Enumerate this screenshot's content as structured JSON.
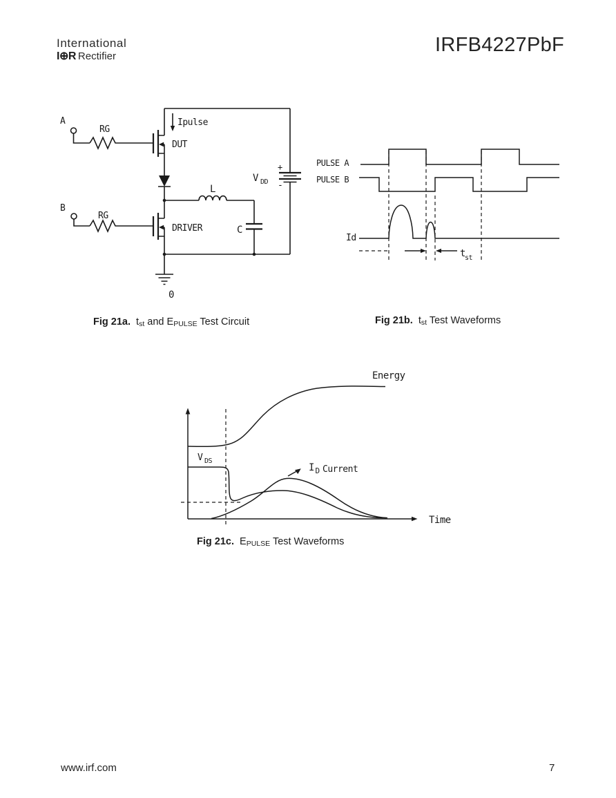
{
  "header": {
    "logo_line1": "International",
    "logo_mark_left": "I",
    "logo_mark_globe": "⊕",
    "logo_mark_right": "R",
    "logo_line2": "Rectifier",
    "part_number": "IRFB4227PbF"
  },
  "fig21a": {
    "labels": {
      "terminal_a": "A",
      "terminal_b": "B",
      "rg_top": "RG",
      "rg_bottom": "RG",
      "ipulse": "Ipulse",
      "dut": "DUT",
      "driver": "DRIVER",
      "inductor": "L",
      "capacitor": "C",
      "vdd": "V",
      "vdd_sub": "DD",
      "plus": "+",
      "minus": "-",
      "zero": "0"
    },
    "caption": {
      "fig": "Fig 21a.",
      "t": "  t",
      "t_sub": "st",
      "mid": " and E",
      "e_sub": "PULSE",
      "end": " Test Circuit"
    }
  },
  "fig21b": {
    "labels": {
      "pulse_a": "PULSE A",
      "pulse_b": "PULSE B",
      "id": "Id",
      "tst": "t",
      "tst_sub": "st"
    },
    "caption": {
      "fig": "Fig 21b.",
      "t": "  t",
      "t_sub": "st",
      "end": " Test Waveforms"
    }
  },
  "fig21c": {
    "labels": {
      "energy": "Energy",
      "vds": "V",
      "vds_sub": "DS",
      "id_i": "I",
      "id_sub": "D",
      "id_rest": "Current",
      "time": "Time"
    },
    "caption": {
      "fig": "Fig 21c.",
      "e": "  E",
      "e_sub": "PULSE",
      "end": " Test Waveforms"
    }
  },
  "footer": {
    "url": "www.irf.com",
    "page": "7"
  }
}
